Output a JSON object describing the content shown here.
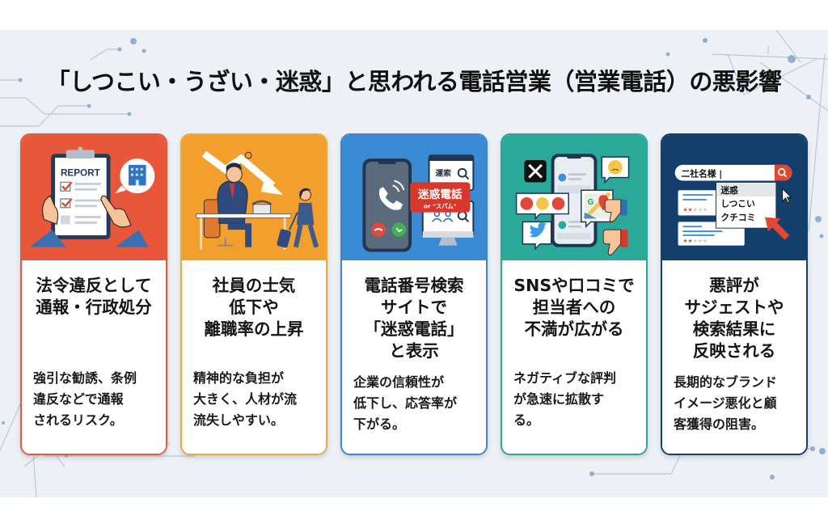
{
  "title": "「しつこい・うざい・迷惑」と思われる電話営業（営業電話）の悪影響",
  "colors": {
    "background": "#edf1f6",
    "card1": "#e9573a",
    "card2": "#f39f2d",
    "card3": "#3a8bd3",
    "card4": "#2aa89a",
    "card5": "#123f6c"
  },
  "cards": [
    {
      "heading": "法令違反として\n通報・行政処分",
      "description": "強引な勧誘、条例\n違反などで通報\nされるリスク。",
      "illustration": {
        "icon": "clipboard-report-icon",
        "label": "REPORT",
        "extra_icon": "office-building-icon"
      }
    },
    {
      "heading": "社員の士気\n低下や\n離職率の上昇",
      "description": "精神的な負担が\n大きく、人材が流\n流失しやすい。",
      "illustration": {
        "icon": "stressed-employee-icon",
        "extra_icon": "downward-trend-arrow-icon"
      }
    },
    {
      "heading": "電話番号検索\nサイトで\n「迷惑電話」\nと表示",
      "description": "企業の信頼性が\n低下し、応答率が\n下がる。",
      "illustration": {
        "icon": "smartphone-incoming-call-icon",
        "search_label": "運索",
        "badge_main": "迷惑電話",
        "badge_sub": "or \"スパム\""
      }
    },
    {
      "heading": "SNSや口コミで\n担当者への\n不満が広がる",
      "description": "ネガティブな評判\nが急速に拡散す\nる。",
      "illustration": {
        "icon": "smartphone-social-icon",
        "extra_icons": [
          "x-logo-icon",
          "twitter-bird-icon",
          "google-maps-icon",
          "angry-face-icon",
          "thumbs-down-icon"
        ]
      }
    },
    {
      "heading": "悪評が\nサジェストや\n検索結果に\n反映される",
      "description": "長期的なブランド\nイメージ悪化と顧\n客獲得の阻害。",
      "illustration": {
        "icon": "search-suggest-icon",
        "search_query": "二社名様 |",
        "suggestions": [
          "迷惑",
          "しつこい",
          "クチコミ"
        ]
      }
    }
  ]
}
